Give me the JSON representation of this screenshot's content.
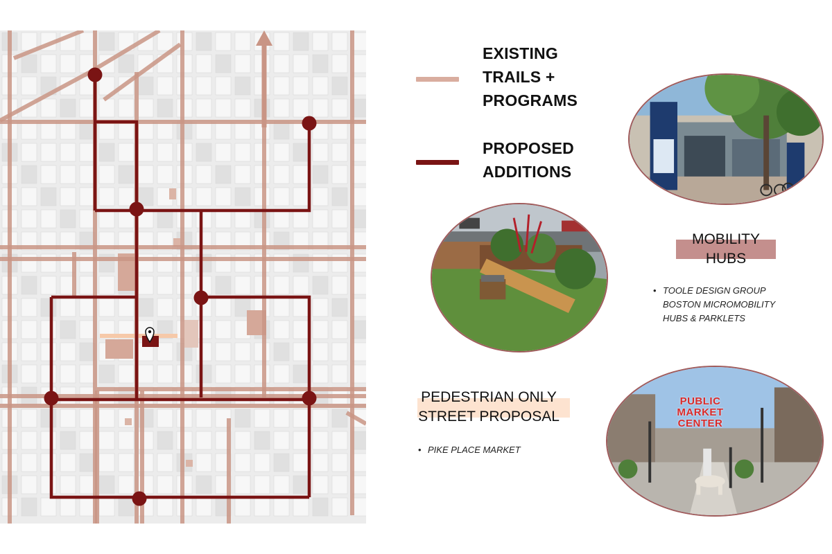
{
  "legend": {
    "existing": {
      "label_lines": [
        "EXISTING",
        "TRAILS +",
        "PROGRAMS"
      ],
      "color": "#d9ad9f"
    },
    "proposed": {
      "label_lines": [
        "PROPOSED",
        "ADDITIONS"
      ],
      "color": "#7a1414"
    }
  },
  "mobility_hubs": {
    "heading_lines": [
      "MOBILITY",
      "HUBS"
    ],
    "highlight_color": "#c48f8d",
    "sources": [
      "TOOLE DESIGN GROUP BOSTON MICROMOBILITY HUBS & PARKLETS"
    ]
  },
  "pedestrian": {
    "heading_lines": [
      "PEDESTRIAN ONLY",
      "STREET PROPOSAL"
    ],
    "highlight_color": "#fde3d0",
    "sources": [
      "PIKE PLACE MARKET"
    ]
  },
  "photos": {
    "hub": {
      "icon": "bike-share-station-photo"
    },
    "parklet": {
      "icon": "parklet-photo"
    },
    "market": {
      "icon": "pike-place-market-photo",
      "sign_lines": [
        "PUBLIC",
        "MARKET",
        "CENTER"
      ]
    }
  },
  "map": {
    "existing_color": "#c99585",
    "proposed_color": "#7a1414",
    "node_color": "#7a1414",
    "location_pin_icon": "map-pin-icon",
    "north_arrow_icon": "north-arrow-icon"
  }
}
